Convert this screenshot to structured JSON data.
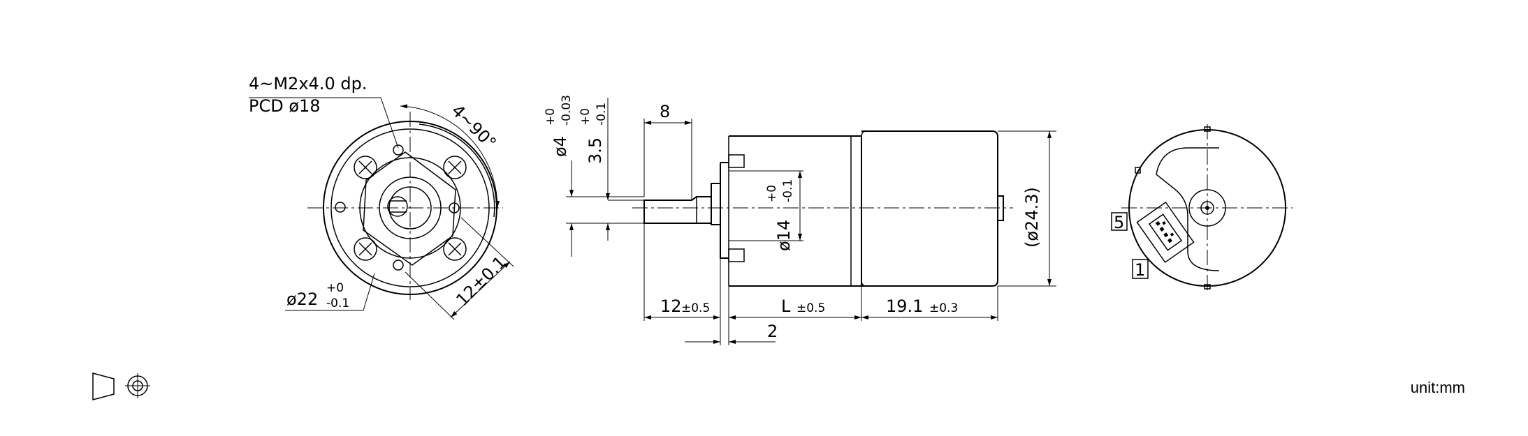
{
  "labels": {
    "screw_spec": "4~M2x4.0 dp.",
    "pcd": "PCD ø18",
    "angle": "4~90°",
    "pilot_dia_main": "ø22",
    "pilot_dia_tol_top": "+0",
    "pilot_dia_tol_bottom": "-0.1",
    "bolt_offset": "12±0.1",
    "shaft_dia_main": "ø4",
    "shaft_dia_tol_top": "+0",
    "shaft_dia_tol_bottom": "-0.03",
    "flat_main": "3.5",
    "flat_tol_top": "+0",
    "flat_tol_bottom": "-0.1",
    "flat_length": "8",
    "boss_dia_main": "ø14",
    "boss_dia_tol_top": "+0",
    "boss_dia_tol_bottom": "-0.1",
    "motor_dia": "(ø24.3)",
    "shaft_length_main": "12",
    "shaft_length_tol": "±0.5",
    "gearbox_length_main": "L",
    "gearbox_length_tol": "±0.5",
    "motor_length_main": "19.1",
    "motor_length_tol": "±0.3",
    "flange_thickness": "2",
    "pin_5": "5",
    "pin_1": "1",
    "unit": "unit:mm"
  }
}
